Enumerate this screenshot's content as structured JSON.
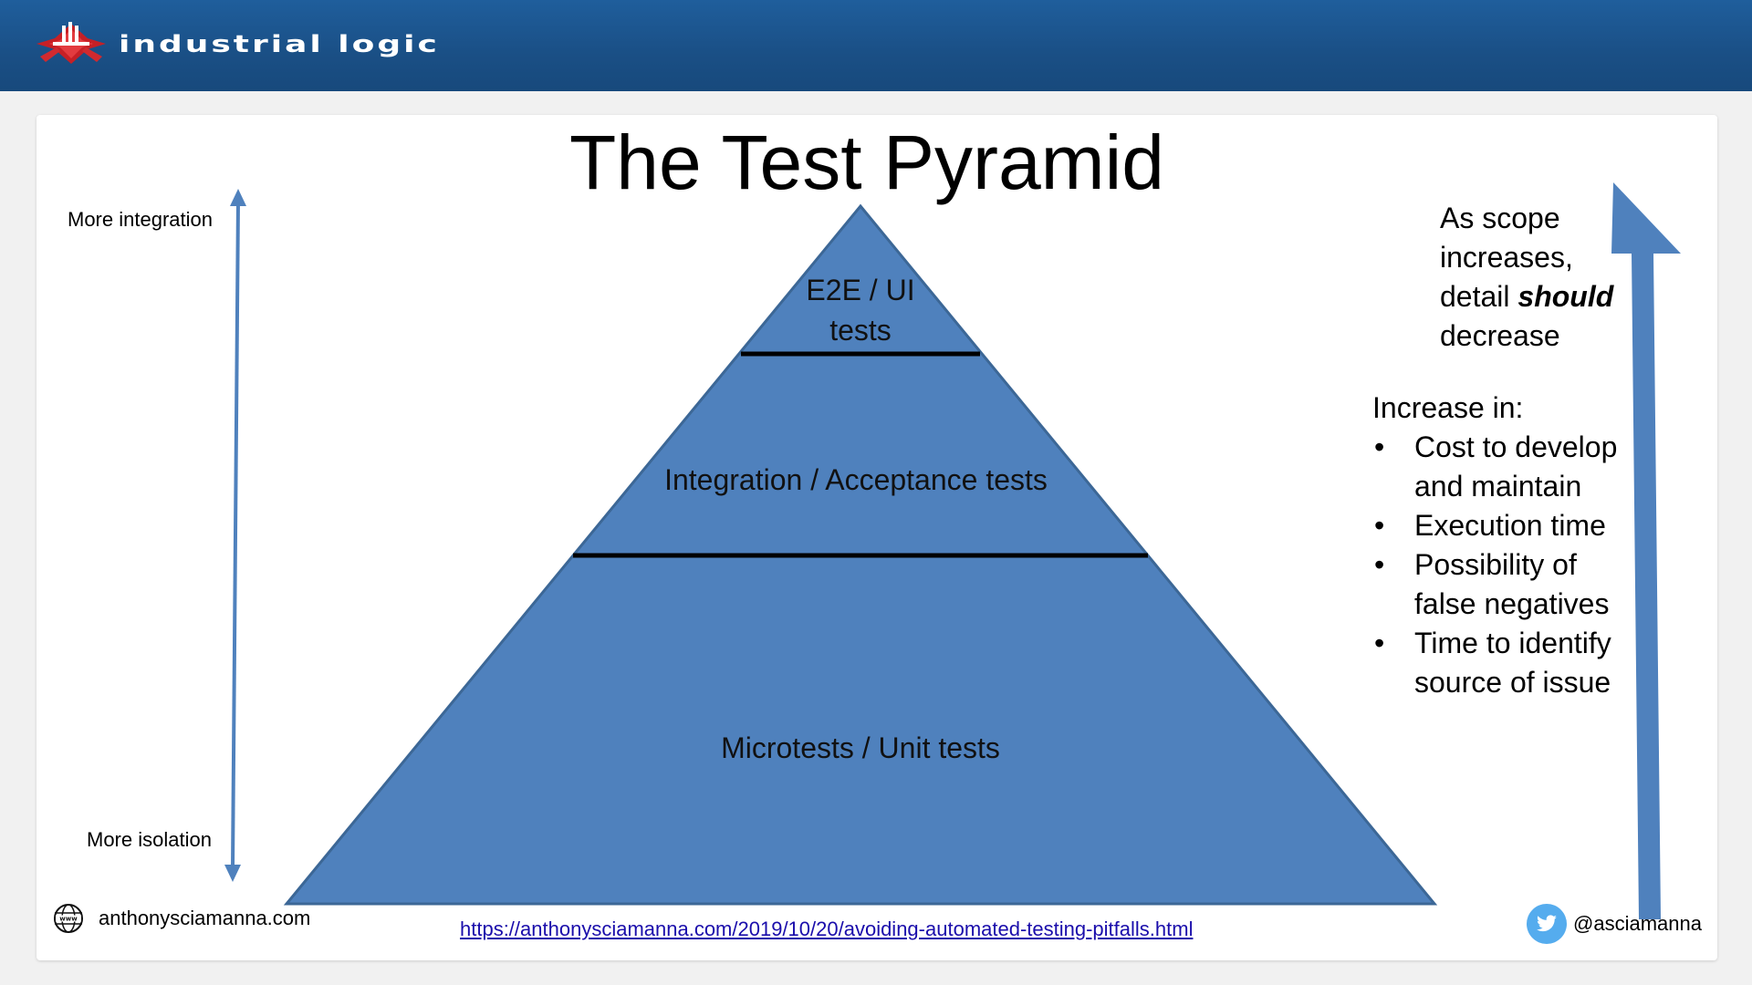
{
  "header": {
    "logo_text": "industrial logic",
    "logo_icon": "industrial-logic-logo-icon"
  },
  "slide": {
    "title": "The Test Pyramid",
    "left_axis": {
      "top_label": "More integration",
      "bottom_label": "More isolation"
    },
    "pyramid": {
      "top_tier_line1": "E2E / UI",
      "top_tier_line2": "tests",
      "middle_tier": "Integration / Acceptance tests",
      "bottom_tier": "Microtests / Unit tests",
      "fill_color": "#4f81bd"
    },
    "scope_note": {
      "line1": "As scope",
      "line2": "increases,",
      "line3_prefix": "detail ",
      "line3_emphasis": "should",
      "line4": "decrease"
    },
    "increase": {
      "heading": "Increase in:",
      "items": [
        "Cost to develop and maintain",
        "Execution time",
        "Possibility of false negatives",
        "Time to identify source of issue"
      ]
    }
  },
  "footer": {
    "site_icon": "globe-www-icon",
    "site": "anthonysciamanna.com",
    "url": "https://anthonysciamanna.com/2019/10/20/avoiding-automated-testing-pitfalls.html",
    "twitter_icon": "twitter-bird-icon",
    "twitter": "@asciamanna"
  }
}
